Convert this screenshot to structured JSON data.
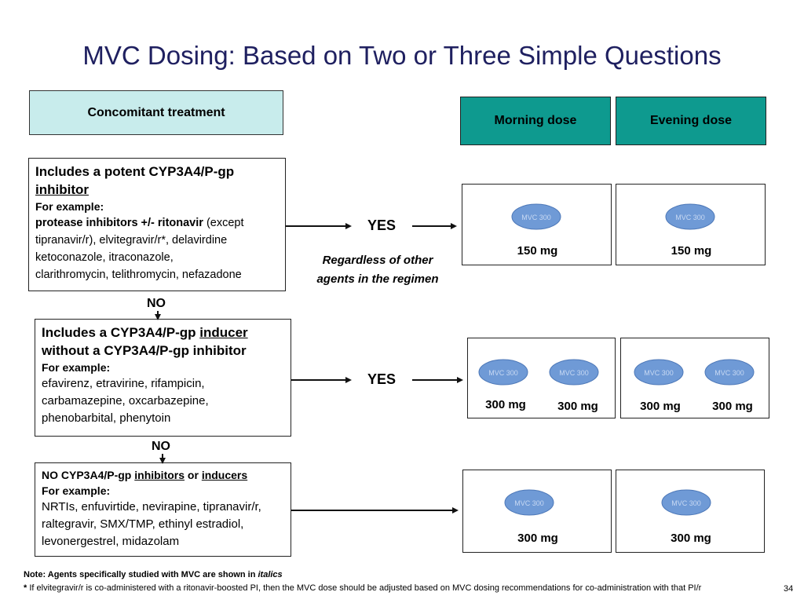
{
  "title": "MVC Dosing: Based on Two or Three Simple Questions",
  "headers": {
    "concomitant": "Concomitant treatment",
    "morning": "Morning dose",
    "evening": "Evening dose"
  },
  "q1": {
    "head_a": "Includes a potent CYP3A4/P-gp",
    "head_b": "inhibitor",
    "example_label": "For example:",
    "examples_bold": "protease inhibitors +/- ritonavir",
    "examples_rest_a": " (except",
    "examples_line2": "tipranavir/r), elvitegravir/r*, delavirdine",
    "examples_line3": "ketoconazole, itraconazole,",
    "examples_line4": "clarithromycin, telithromycin, nefazadone"
  },
  "q2": {
    "head_a": "Includes a CYP3A4/P-gp ",
    "head_b": "inducer",
    "head_c": "without a CYP3A4/P-gp inhibitor",
    "example_label": "For example:",
    "line1": "efavirenz, etravirine, rifampicin,",
    "line2": "carbamazepine, oxcarbazepine,",
    "line3": "phenobarbital, phenytoin"
  },
  "q3": {
    "head_a": "NO CYP3A4/P-gp ",
    "head_b": "inhibitors",
    "head_c": " or ",
    "head_d": "inducers",
    "example_label": "For example:",
    "line1": "NRTIs, enfuvirtide, nevirapine, tipranavir/r,",
    "line2": "raltegravir, SMX/TMP, ethinyl estradiol,",
    "line3": "levonergestrel, midazolam"
  },
  "flow": {
    "yes1": "YES",
    "yes2": "YES",
    "no1": "NO",
    "no2": "NO",
    "regardless_1": "Regardless of other",
    "regardless_2": "agents in the regimen"
  },
  "doses": {
    "row1_morning": "150 mg",
    "row1_evening": "150 mg",
    "row2_m1": "300 mg",
    "row2_m2": "300 mg",
    "row2_e1": "300 mg",
    "row2_e2": "300 mg",
    "row3_morning": "300 mg",
    "row3_evening": "300 mg"
  },
  "pill": {
    "text_a": "MVC",
    "text_b": "300"
  },
  "footer": {
    "note_prefix": "Note: Agents specifically studied with MVC are shown in ",
    "note_italic": "italics",
    "star": "* ",
    "footnote": "If elvitegravir/r is co-administered with a ritonavir-boosted PI, then the MVC dose should be adjusted based on MVC dosing recommendations for co-administration with that PI/r",
    "page": "34"
  },
  "colors": {
    "title": "#1f2060",
    "header_light": "#c8ecec",
    "header_teal": "#0e9a8f",
    "pill": "#6f9ad6"
  }
}
